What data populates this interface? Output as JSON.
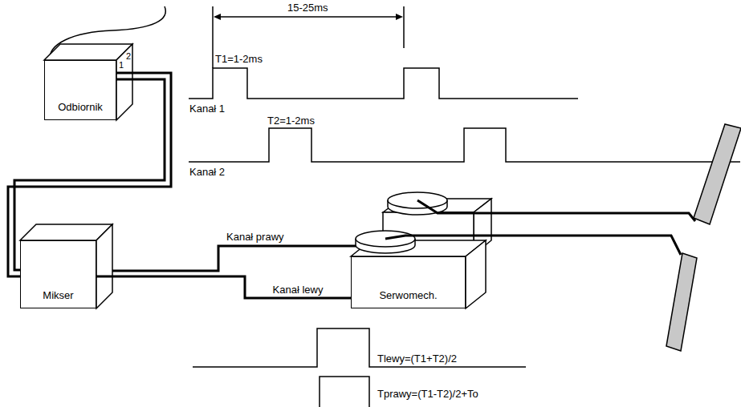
{
  "diagram": {
    "nodes": [
      {
        "text": [
          "Odbiornik"
        ]
      },
      {
        "text": [
          "Mikser"
        ]
      },
      {
        "text": [
          "Serwomech."
        ]
      }
    ],
    "edges": [
      {
        "from": 0,
        "to": 1,
        "arrow": "none"
      },
      {
        "from": 0,
        "to": 1,
        "arrow": "none"
      },
      {
        "from": 1,
        "to": 2,
        "label": "Kanał lewy",
        "arrow": "none"
      }
    ],
    "labels": [
      "15-25ms",
      "T1=1-2ms",
      "Kanał 1",
      "T2=1-2ms",
      "Kanał 2",
      "2",
      "1",
      "Kanał prawy",
      "Tlewy=(T1+T2)/2",
      "Tprawy=(T1-T2)/2+To"
    ]
  }
}
